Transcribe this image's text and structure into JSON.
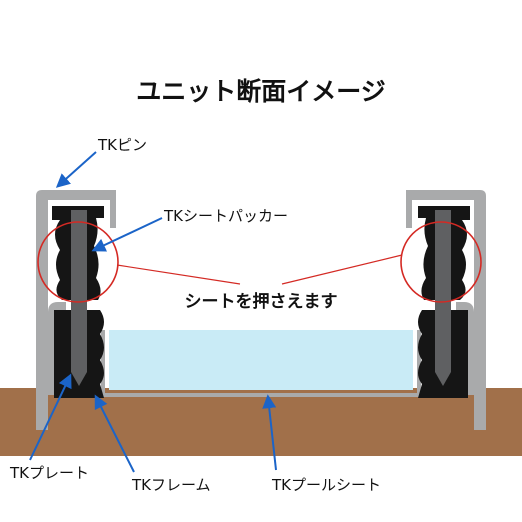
{
  "title": "ユニット断面イメージ",
  "labels": {
    "pin": "TKピン",
    "sheet_packer": "TKシートパッカー",
    "press_note": "シートを押さえます",
    "plate": "TKプレート",
    "frame": "TKフレーム",
    "pool_sheet": "TKプールシート"
  },
  "colors": {
    "ground": "#a1704a",
    "water": "#c9ebf6",
    "metal": "#a9aaab",
    "packer": "#151515",
    "pin": "#5f6062",
    "callout_circle": "#d42a24",
    "arrow": "#1b64c8"
  }
}
